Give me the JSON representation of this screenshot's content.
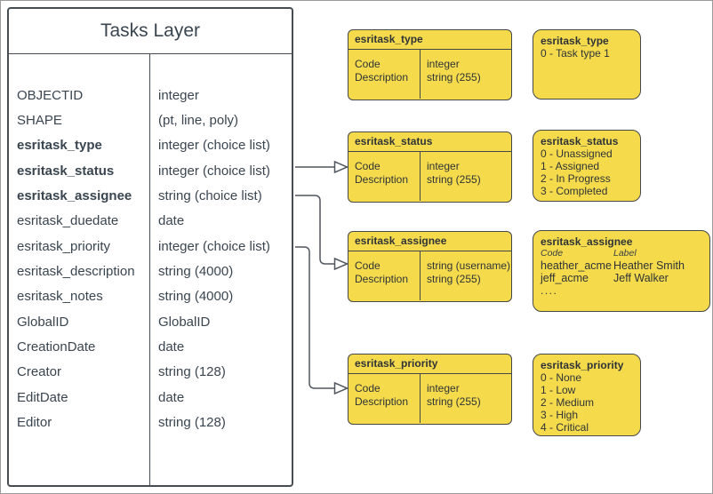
{
  "main_table": {
    "title": "Tasks Layer",
    "fields": [
      {
        "name": "OBJECTID",
        "type": "integer"
      },
      {
        "name": "SHAPE",
        "type": "(pt, line, poly)"
      },
      {
        "name": "esritask_type",
        "type": "integer (choice list)"
      },
      {
        "name": "esritask_status",
        "type": "integer (choice list)"
      },
      {
        "name": "esritask_assignee",
        "type": "string (choice list)"
      },
      {
        "name": "esritask_duedate",
        "type": "date"
      },
      {
        "name": "esritask_priority",
        "type": "integer (choice list)"
      },
      {
        "name": "esritask_description",
        "type": "string (4000)"
      },
      {
        "name": "esritask_notes",
        "type": "string (4000)"
      },
      {
        "name": "GlobalID",
        "type": "GlobalID"
      },
      {
        "name": "CreationDate",
        "type": "date"
      },
      {
        "name": "Creator",
        "type": "string (128)"
      },
      {
        "name": "EditDate",
        "type": "date"
      },
      {
        "name": "Editor",
        "type": "string (128)"
      }
    ]
  },
  "field_tables": [
    {
      "title": "esritask_type",
      "rows": [
        {
          "name": "Code",
          "type": "integer"
        },
        {
          "name": "Description",
          "type": "string (255)"
        }
      ]
    },
    {
      "title": "esritask_status",
      "rows": [
        {
          "name": "Code",
          "type": "integer"
        },
        {
          "name": "Description",
          "type": "string (255)"
        }
      ]
    },
    {
      "title": "esritask_assignee",
      "rows": [
        {
          "name": "Code",
          "type": "string  (username)"
        },
        {
          "name": "Description",
          "type": "string (255)"
        }
      ]
    },
    {
      "title": "esritask_priority",
      "rows": [
        {
          "name": "Code",
          "type": "integer"
        },
        {
          "name": "Description",
          "type": "string (255)"
        }
      ]
    }
  ],
  "domain_boxes": [
    {
      "title": "esritask_type",
      "items": [
        "0 - Task type 1"
      ]
    },
    {
      "title": "esritask_status",
      "items": [
        "0 - Unassigned",
        "1 - Assigned",
        "2 - In Progress",
        "3 - Completed"
      ]
    },
    {
      "title": "esritask_assignee",
      "col_headers": [
        "Code",
        "Label"
      ],
      "rows": [
        [
          "heather_acme",
          "Heather Smith"
        ],
        [
          "jeff_acme",
          "Jeff Walker"
        ]
      ],
      "more": "...."
    },
    {
      "title": "esritask_priority",
      "items": [
        "0 - None",
        "1 - Low",
        "2 - Medium",
        "3 - High",
        "4 - Critical"
      ]
    }
  ],
  "colors": {
    "box_fill": "#f5db4b",
    "box_border": "#45484a",
    "table_border": "#474c52",
    "text": "#3a4550",
    "connector": "#50575e"
  }
}
